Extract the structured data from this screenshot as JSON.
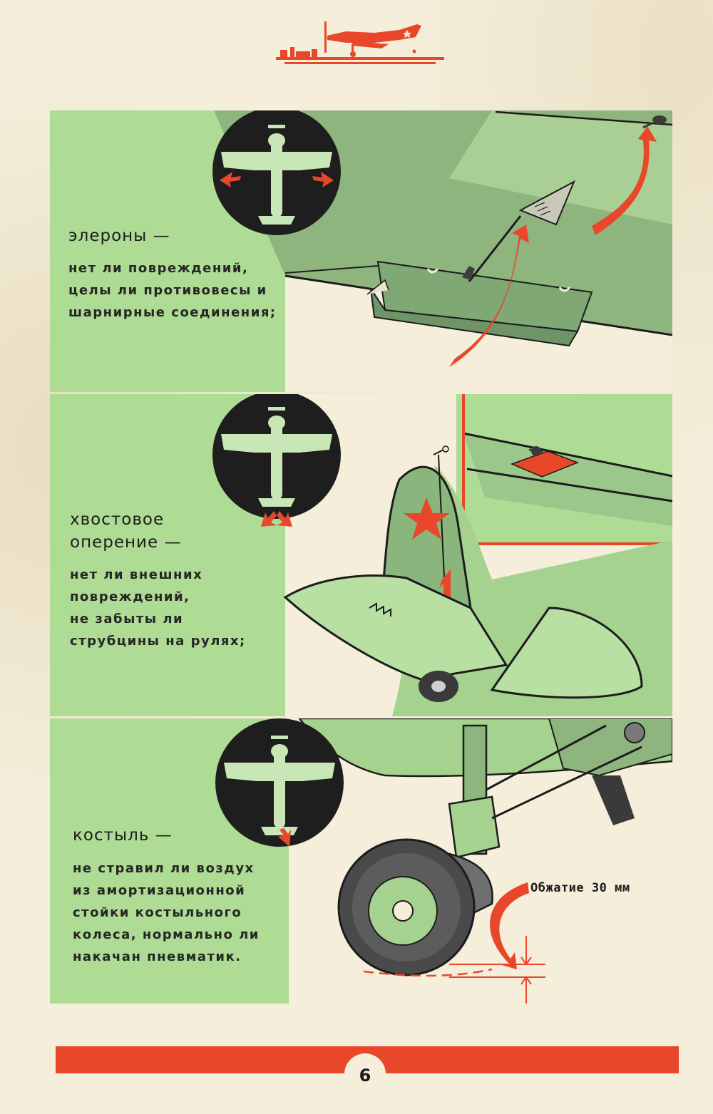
{
  "colors": {
    "panel_green": "#aedc94",
    "dark_green": "#8fb57f",
    "accent_red": "#e8472a",
    "paper": "#f4eedb",
    "ink": "#1c1c1c"
  },
  "sections": [
    {
      "heading": "элероны —",
      "description": "нет ли повреждений,\nцелы ли противовесы и\nшарнирные соединения;",
      "icon": "plane-topview-icon"
    },
    {
      "heading": "хвостовое\nоперение —",
      "description": "нет ли внешних\nповреждений,\nне забыты ли\nструбцины на рулях;",
      "icon": "plane-topview-icon"
    },
    {
      "heading": "костыль —",
      "description": "не стравил ли воздух\nиз амортизационной\nстойки костыльного\nколеса, нормально ли\nнакачан пневматик.",
      "icon": "plane-topview-icon",
      "measure_label": "Обжатие 30 мм"
    }
  ],
  "footer": {
    "page_number": "6"
  }
}
